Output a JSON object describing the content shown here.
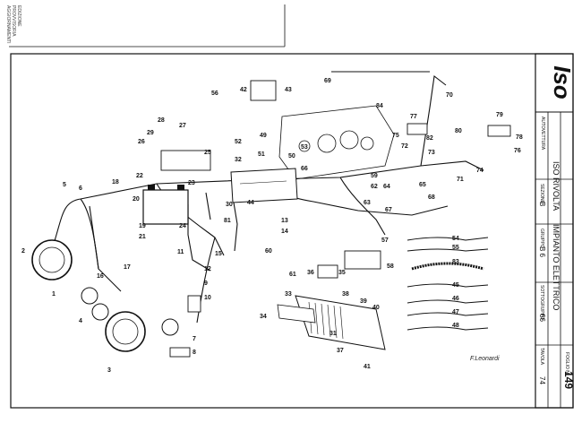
{
  "side_stamp": {
    "line1": "EDIZIONE",
    "line2": "PROVVISORIA",
    "line3": "AGGIORNAMENTI"
  },
  "title_block": {
    "logo": "Iso",
    "autovettura_label": "AUTOVETTURA",
    "autovettura_value": "ISO RIVOLTA",
    "sezione_label": "SEZIONE",
    "sezione_value": "B",
    "impianto": "IMPIANTO ELETTRICO",
    "gruppo_label": "GRUPPO",
    "gruppo_value": "B 6",
    "sottogruppo_label": "SOTTOGRUPPO",
    "sottogruppo_value": "66",
    "tavola_label": "TAVOLA",
    "tavola_value": "74",
    "foglio_label": "FOGLIO N°",
    "foglio_value": "149"
  },
  "signature": "F.Leonardi",
  "part_numbers": [
    "1",
    "2",
    "3",
    "4",
    "5",
    "6",
    "7",
    "8",
    "9",
    "10",
    "11",
    "12",
    "13",
    "14",
    "15",
    "16",
    "17",
    "18",
    "19",
    "20",
    "21",
    "22",
    "23",
    "24",
    "25",
    "26",
    "27",
    "28",
    "29",
    "30",
    "31",
    "32",
    "33",
    "34",
    "35",
    "36",
    "37",
    "38",
    "39",
    "40",
    "41",
    "42",
    "43",
    "44",
    "45",
    "46",
    "47",
    "48",
    "49",
    "50",
    "51",
    "52",
    "53",
    "54",
    "55",
    "56",
    "57",
    "58",
    "59",
    "60",
    "61",
    "62",
    "63",
    "64",
    "65",
    "66",
    "67",
    "68",
    "69",
    "70",
    "71",
    "72",
    "73",
    "74",
    "75",
    "76",
    "77",
    "78",
    "79",
    "80",
    "81",
    "82",
    "83",
    "84"
  ],
  "colors": {
    "ink": "#111111",
    "paper": "#ffffff"
  }
}
